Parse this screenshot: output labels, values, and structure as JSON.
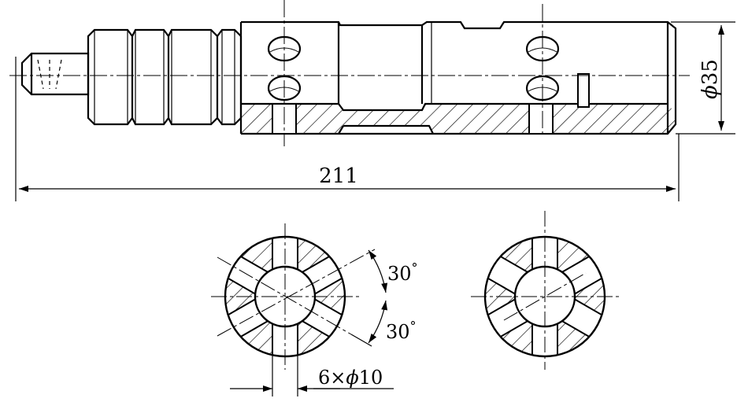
{
  "drawing": {
    "dimensions": {
      "overall_length": "211",
      "diameter_prefix": "ϕ",
      "diameter_value": "35",
      "angle_upper": "30",
      "angle_lower": "30",
      "degree_mark": "°",
      "holes_prefix": "6×",
      "holes_phi": "ϕ",
      "holes_value": "10"
    },
    "colors": {
      "line": "#000000",
      "background": "#ffffff"
    }
  }
}
